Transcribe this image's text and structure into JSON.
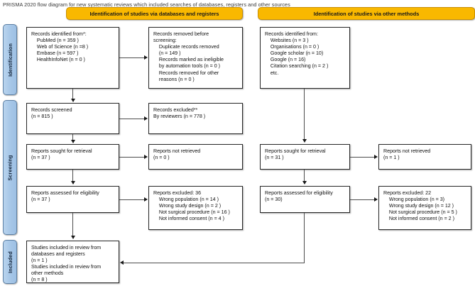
{
  "caption": "PRISMA 2020 flow diagram for new systematic reviews which included searches of databases, registers and other sources",
  "colors": {
    "header_fill": "#f9b800",
    "header_border": "#c98f00",
    "stage_fill": "#a8c8e8",
    "stage_border": "#5c7fa3",
    "box_border": "#262626",
    "connector": "#4d4d4d"
  },
  "headers": {
    "left": "Identification of studies via databases and registers",
    "right": "Identification of studies via other methods"
  },
  "stages": [
    {
      "id": "identification",
      "label": "Identification"
    },
    {
      "id": "screening",
      "label": "Screening"
    },
    {
      "id": "included",
      "label": "Included"
    }
  ],
  "left_column": {
    "records_identified": "Records identified from*:\n    PubMed (n = 359 )\n    Web of Science (n =8 )\n    Embase (n = 597 )\n    HealthInfoNet (n = 0 )",
    "records_removed": "Records removed before\nscreening:\n    Duplicate records removed\n    (n = 149 )\n    Records marked as ineligible\n    by automation tools (n = 0 )\n    Records removed for other\n    reasons (n = 0 )",
    "records_screened": "Records screened\n(n = 815 )",
    "records_excluded": "Records excluded**\nBy reviewers (n = 778 )",
    "reports_sought": "Reports sought for retrieval\n(n = 37 )",
    "reports_not_retrieved": "Reports not retrieved\n(n = 0 )",
    "reports_assessed": "Reports assessed for eligibility\n(n = 37 )",
    "reports_excluded": "Reports excluded: 36\n    Wrong population (n = 14 )\n    Wrong study design (n = 2 )\n    Not surgical procedure (n = 16 )\n    Not informed consent (n = 4 )"
  },
  "right_column": {
    "records_identified": "Records identified from:\n    Websites (n = 3 )\n    Organisations (n = 0 )\n    Google scholar (n = 10)\n    Google (n = 16)\n    Citation searching (n = 2 )\n    etc.",
    "reports_sought": "Reports sought for retrieval\n(n = 31 )",
    "reports_not_retrieved": "Reports not retrieved\n(n = 1 )",
    "reports_assessed": "Reports assessed for eligibility\n(n = 30)",
    "reports_excluded": "Reports excluded: 22\n    Wrong population (n = 3)\n    Wrong study design (n = 12 )\n    Not surgical procedure (n = 5 )\n    Not informed consent (n = 2 )"
  },
  "included_box": "Studies included in review from\ndatabases and registers\n(n = 1 )\nStudies included in review from\nother methods\n(n = 8 )",
  "chart_data": {
    "type": "diagram",
    "title": "PRISMA 2020 flow diagram for new systematic reviews which included searches of databases, registers and other sources",
    "nodes": [
      {
        "id": "db-identified",
        "stage": "Identification",
        "source": "databases-and-registers",
        "label": "Records identified from*",
        "values": {
          "PubMed": 359,
          "Web of Science": 8,
          "Embase": 597,
          "HealthInfoNet": 0
        }
      },
      {
        "id": "db-removed",
        "stage": "Identification",
        "source": "databases-and-registers",
        "label": "Records removed before screening",
        "values": {
          "Duplicate records removed": 149,
          "Records marked as ineligible by automation tools": 0,
          "Records removed for other reasons": 0
        }
      },
      {
        "id": "other-identified",
        "stage": "Identification",
        "source": "other-methods",
        "label": "Records identified from",
        "values": {
          "Websites": 3,
          "Organisations": 0,
          "Google scholar": 10,
          "Google": 16,
          "Citation searching": 2
        }
      },
      {
        "id": "records-screened",
        "stage": "Screening",
        "source": "databases-and-registers",
        "label": "Records screened",
        "n": 815
      },
      {
        "id": "records-excluded",
        "stage": "Screening",
        "source": "databases-and-registers",
        "label": "Records excluded** By reviewers",
        "n": 778
      },
      {
        "id": "db-reports-sought",
        "stage": "Screening",
        "source": "databases-and-registers",
        "label": "Reports sought for retrieval",
        "n": 37
      },
      {
        "id": "db-reports-not-retrieved",
        "stage": "Screening",
        "source": "databases-and-registers",
        "label": "Reports not retrieved",
        "n": 0
      },
      {
        "id": "db-reports-assessed",
        "stage": "Screening",
        "source": "databases-and-registers",
        "label": "Reports assessed for eligibility",
        "n": 37
      },
      {
        "id": "db-reports-excluded",
        "stage": "Screening",
        "source": "databases-and-registers",
        "label": "Reports excluded",
        "n": 36,
        "values": {
          "Wrong population": 14,
          "Wrong study design": 2,
          "Not surgical procedure": 16,
          "Not informed consent": 4
        }
      },
      {
        "id": "other-reports-sought",
        "stage": "Screening",
        "source": "other-methods",
        "label": "Reports sought for retrieval",
        "n": 31
      },
      {
        "id": "other-reports-not-retrieved",
        "stage": "Screening",
        "source": "other-methods",
        "label": "Reports not retrieved",
        "n": 1
      },
      {
        "id": "other-reports-assessed",
        "stage": "Screening",
        "source": "other-methods",
        "label": "Reports assessed for eligibility",
        "n": 30
      },
      {
        "id": "other-reports-excluded",
        "stage": "Screening",
        "source": "other-methods",
        "label": "Reports excluded",
        "n": 22,
        "values": {
          "Wrong population": 3,
          "Wrong study design": 12,
          "Not surgical procedure": 5,
          "Not informed consent": 2
        }
      },
      {
        "id": "included",
        "stage": "Included",
        "label": "Studies included in review",
        "values": {
          "from databases and registers": 1,
          "from other methods": 8
        }
      }
    ],
    "edges": [
      {
        "from": "db-identified",
        "to": "db-removed"
      },
      {
        "from": "db-identified",
        "to": "records-screened"
      },
      {
        "from": "records-screened",
        "to": "records-excluded"
      },
      {
        "from": "records-screened",
        "to": "db-reports-sought"
      },
      {
        "from": "db-reports-sought",
        "to": "db-reports-not-retrieved"
      },
      {
        "from": "db-reports-sought",
        "to": "db-reports-assessed"
      },
      {
        "from": "db-reports-assessed",
        "to": "db-reports-excluded"
      },
      {
        "from": "db-reports-assessed",
        "to": "included"
      },
      {
        "from": "other-identified",
        "to": "other-reports-sought"
      },
      {
        "from": "other-reports-sought",
        "to": "other-reports-not-retrieved"
      },
      {
        "from": "other-reports-sought",
        "to": "other-reports-assessed"
      },
      {
        "from": "other-reports-assessed",
        "to": "other-reports-excluded"
      },
      {
        "from": "other-reports-assessed",
        "to": "included"
      }
    ]
  }
}
